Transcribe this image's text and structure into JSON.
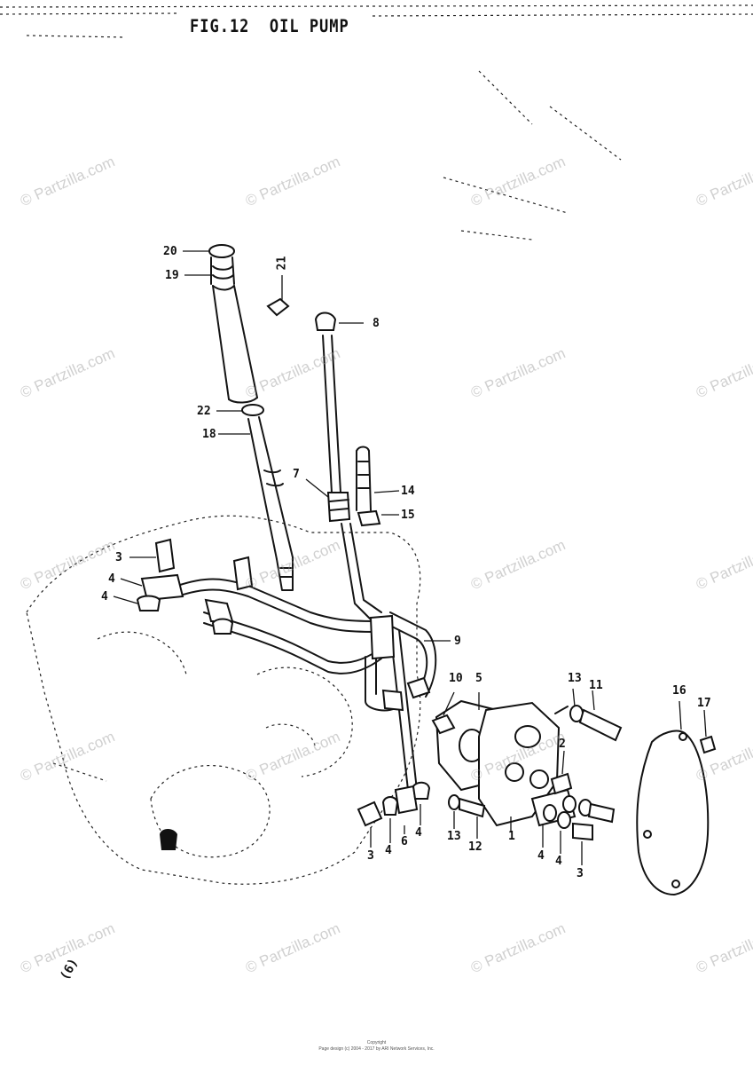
{
  "title": "FIG.12  OIL PUMP",
  "watermark_text": "© Partzilla.com",
  "callouts": {
    "n1": "1",
    "n2": "2",
    "n3a": "3",
    "n3b": "3",
    "n3c": "3",
    "n4a": "4",
    "n4b": "4",
    "n4c": "4",
    "n4d": "4",
    "n4e": "4",
    "n4f": "4",
    "n4g": "4",
    "n5": "5",
    "n6": "6",
    "n7": "7",
    "n8": "8",
    "n9": "9",
    "n10": "10",
    "n11": "11",
    "n12": "12",
    "n13a": "13",
    "n13b": "13",
    "n14": "14",
    "n15": "15",
    "n16": "16",
    "n17": "17",
    "n18": "18",
    "n19": "19",
    "n20": "20",
    "n21": "21",
    "n22": "22"
  },
  "corner_mark": "(6)",
  "footer": {
    "line1": "Copyright",
    "line2": "Page design (c) 2004 - 2017 by ARI Network Services, Inc."
  },
  "colors": {
    "ink": "#111111",
    "watermark": "#969696",
    "background": "#ffffff"
  }
}
